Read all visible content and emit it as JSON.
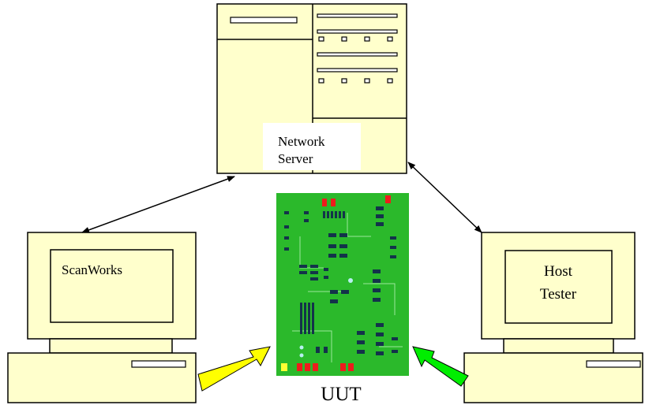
{
  "server": {
    "label_line1": "Network",
    "label_line2": "Server"
  },
  "left_pc": {
    "label": "ScanWorks"
  },
  "right_pc": {
    "label_line1": "Host",
    "label_line2": "Tester"
  },
  "board": {
    "label": "UUT"
  },
  "colors": {
    "device_fill": "#ffffcc",
    "board_green": "#22b022",
    "left_arrow": "#ffff00",
    "right_arrow": "#00ee00",
    "chip_red": "#ee1c1c"
  }
}
